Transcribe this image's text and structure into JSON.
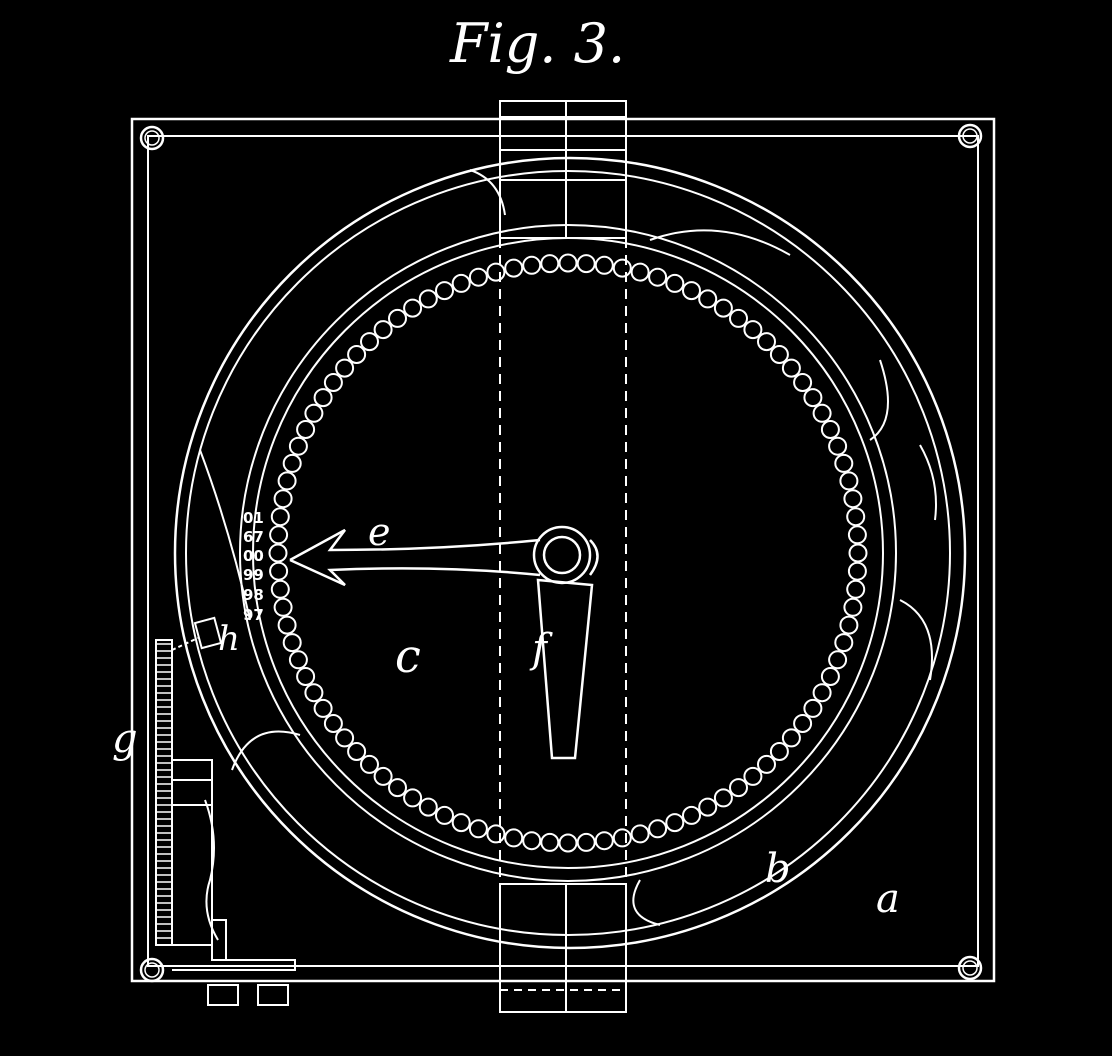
{
  "figure": {
    "title": "Fig. 3.",
    "colors": {
      "background": "#000000",
      "ink": "#ffffff"
    },
    "labels": {
      "a": "a",
      "b": "b",
      "c": "c",
      "e": "e",
      "f": "f",
      "g": "g",
      "h": "h"
    },
    "dial_numbers": [
      "01",
      "67",
      "00",
      "99",
      "98",
      "97"
    ],
    "dial_hole_count": 100
  }
}
